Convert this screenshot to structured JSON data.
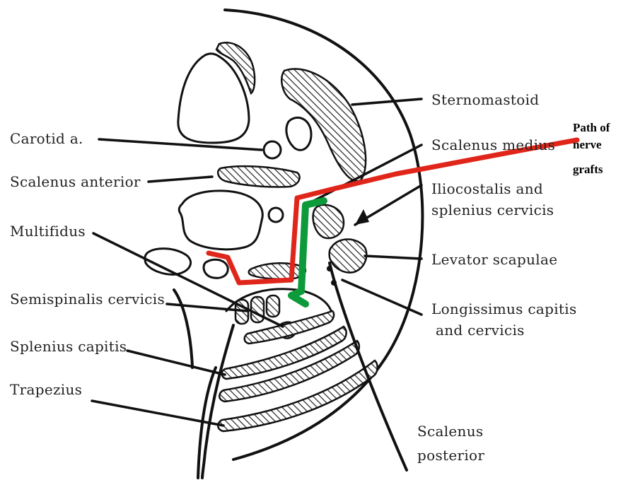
{
  "labels": {
    "carotid": "Carotid a.",
    "scalenus_anterior": "Scalenus anterior",
    "multifidus": "Multifidus",
    "semispinalis": "Semispinalis cervicis",
    "splenius_capitis": "Splenius capitis",
    "trapezius": "Trapezius",
    "sternomastoid": "Sternomastoid",
    "scalenus_medius": "Scalenus medius",
    "iliocostalis_1": "Iliocostalis and",
    "iliocostalis_2": "splenius cervicis",
    "levator": "Levator scapulae",
    "longissimus_1": "Longissimus capitis",
    "longissimus_2": "and cervicis",
    "scalenus_posterior_1": "Scalenus",
    "scalenus_posterior_2": "posterior",
    "nerve_path_1": "Path of",
    "nerve_path_2": "nerve",
    "nerve_path_3": "grafts"
  },
  "colors": {
    "nerve_path_red": "#e0261b",
    "nerve_path_green": "#0c9a3a",
    "ink": "#111111"
  }
}
